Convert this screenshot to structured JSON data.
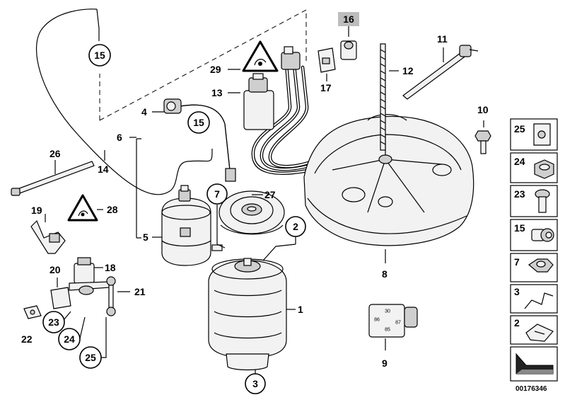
{
  "diagram": {
    "part_labels": {
      "p1": "1",
      "p4": "4",
      "p5": "5",
      "p6": "6",
      "p8": "8",
      "p9": "9",
      "p10": "10",
      "p11": "11",
      "p12": "12",
      "p13": "13",
      "p14": "14",
      "p16": "16",
      "p17": "17",
      "p18": "18",
      "p19": "19",
      "p20": "20",
      "p21": "21",
      "p22": "22",
      "p26": "26",
      "p27": "27",
      "p28": "28",
      "p29": "29"
    },
    "circled_labels": {
      "c15a": "15",
      "c15b": "15",
      "c7": "7",
      "c2": "2",
      "c3": "3",
      "c23": "23",
      "c24": "24",
      "c25": "25"
    },
    "legend": [
      {
        "id": "25",
        "icon": "clip-nut-icon"
      },
      {
        "id": "24",
        "icon": "hex-collar-nut-icon"
      },
      {
        "id": "23",
        "icon": "hex-bolt-icon"
      },
      {
        "id": "15",
        "icon": "push-fitting-icon"
      },
      {
        "id": "7",
        "icon": "flange-nut-icon"
      },
      {
        "id": "3",
        "icon": "wire-clip-icon"
      },
      {
        "id": "2",
        "icon": "spring-clip-icon"
      },
      {
        "id": "",
        "icon": "wedge-arrow-icon"
      }
    ],
    "relay_pins": {
      "top": "30",
      "left": "86",
      "mid": "87",
      "bottom": "85"
    },
    "ref_number": "00176346"
  }
}
